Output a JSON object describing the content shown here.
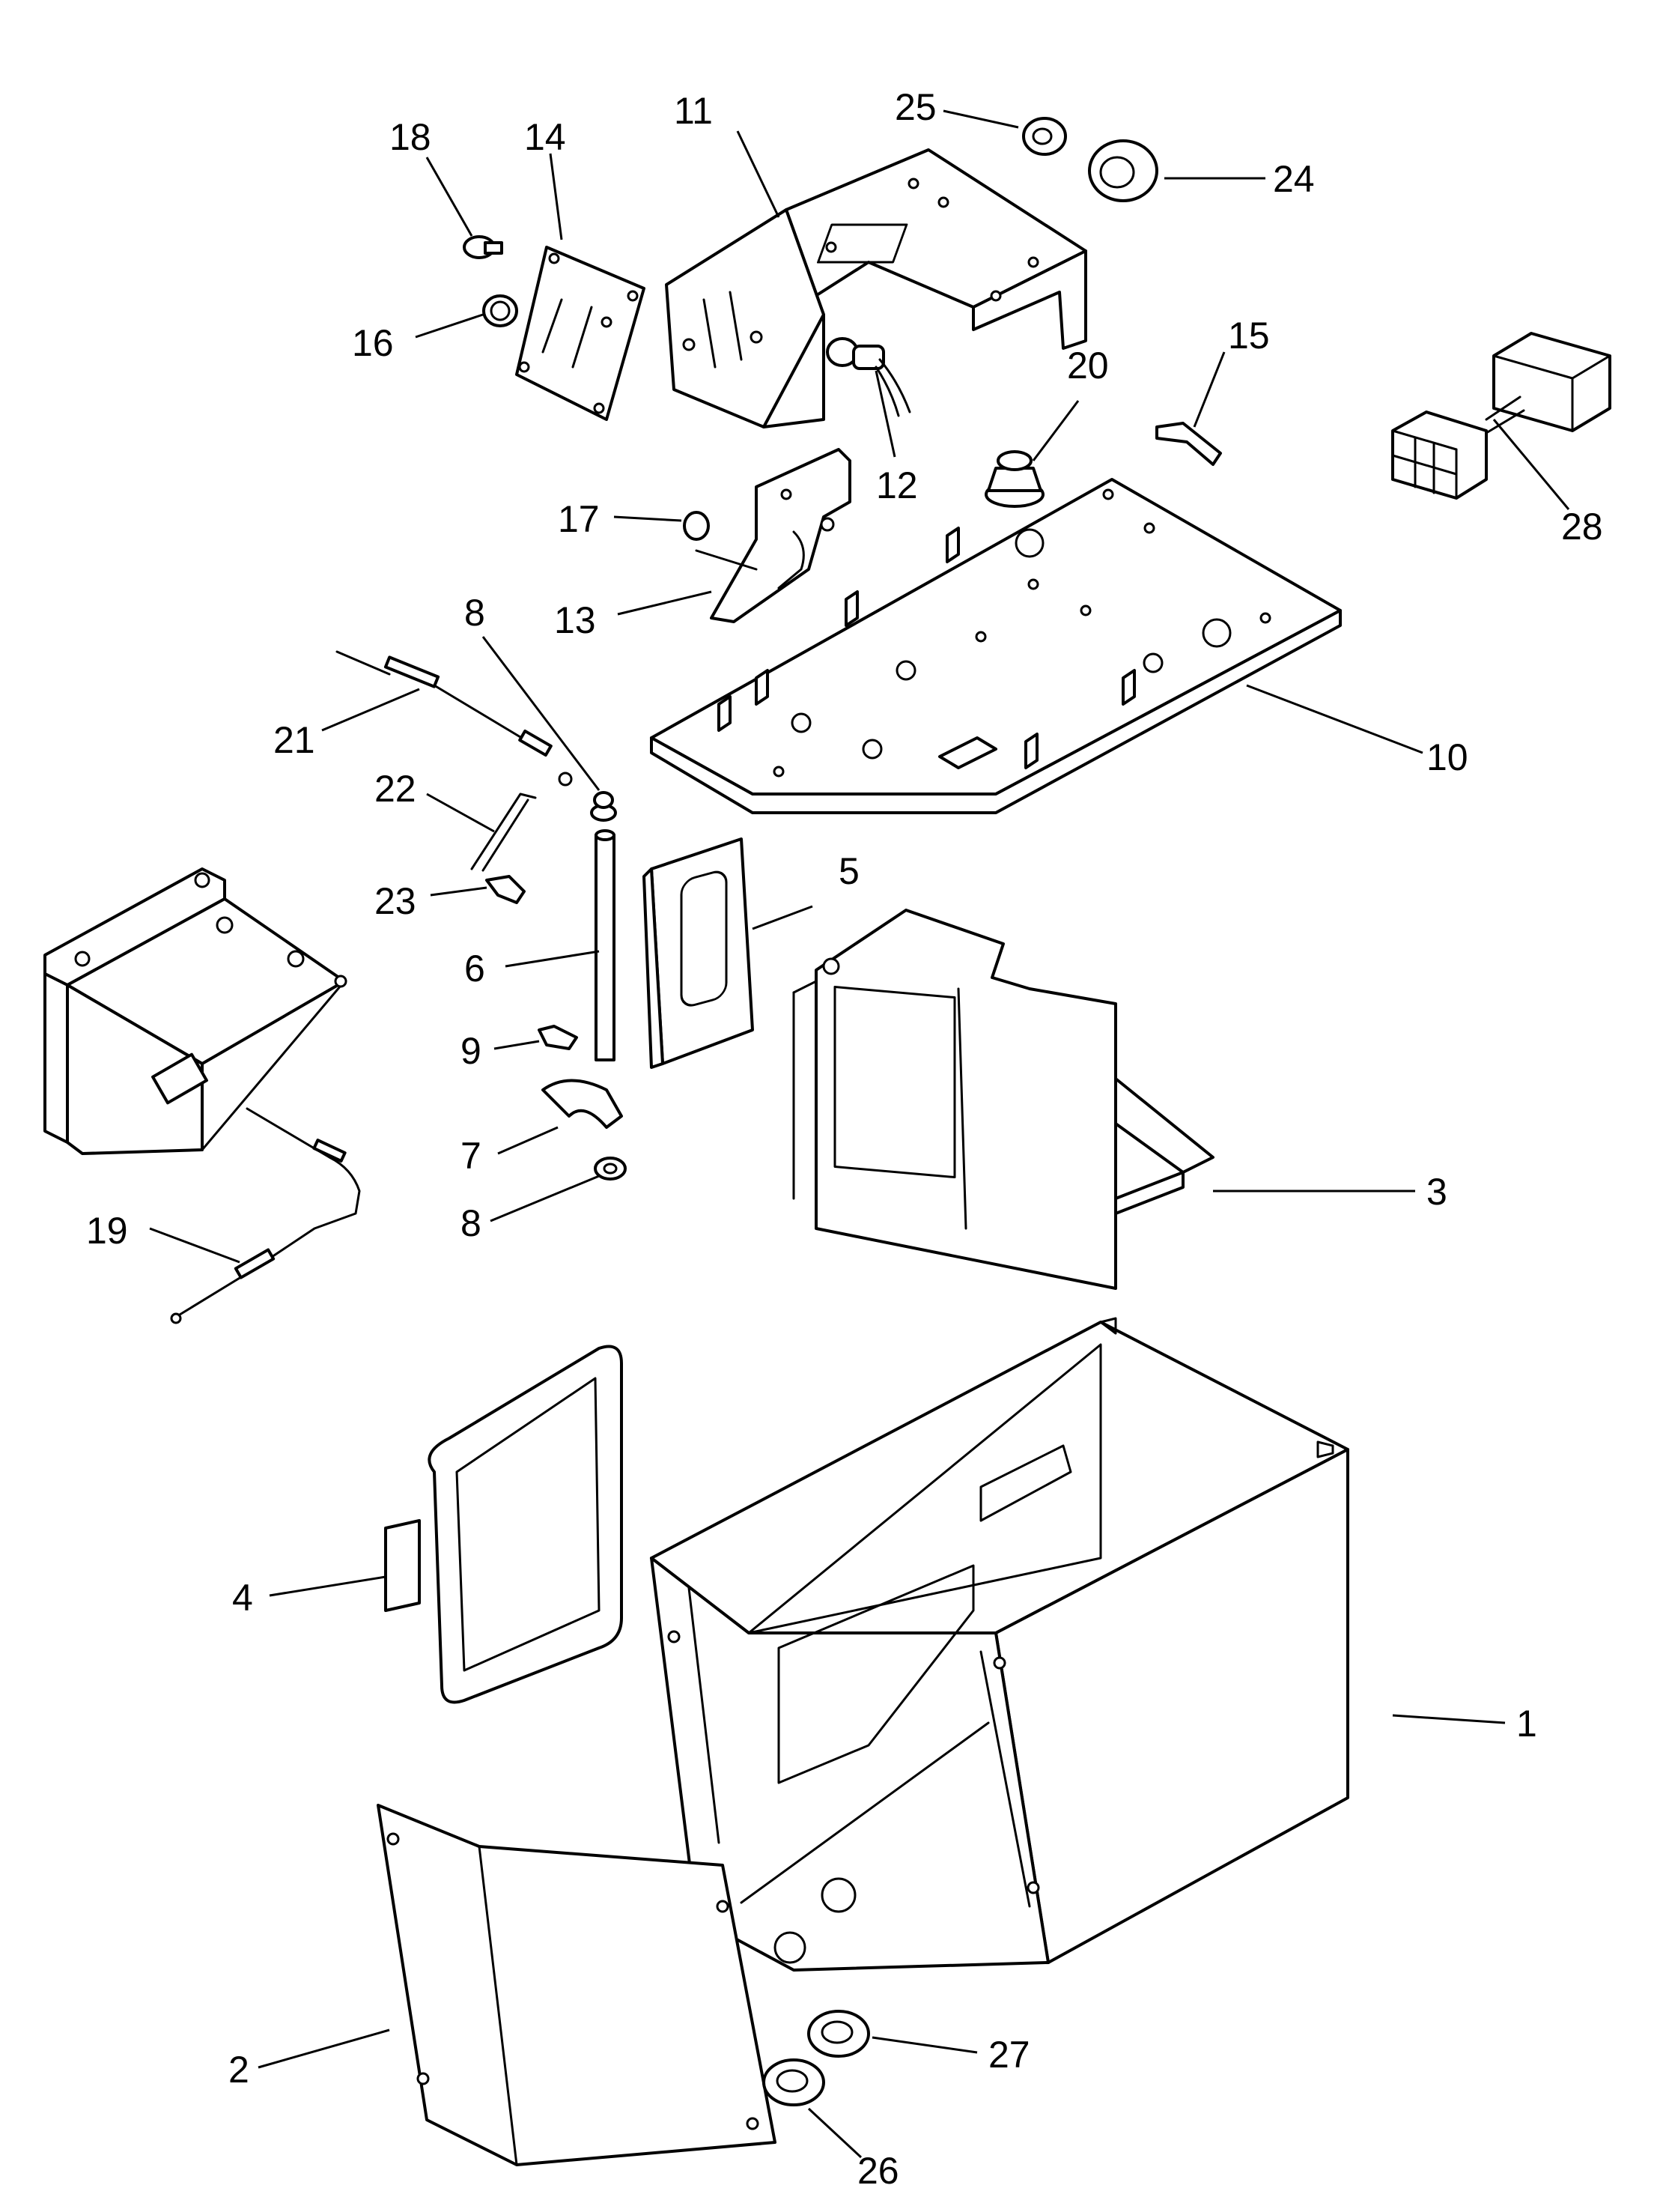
{
  "callouts": [
    {
      "id": "1",
      "label": "1"
    },
    {
      "id": "2",
      "label": "2"
    },
    {
      "id": "3",
      "label": "3"
    },
    {
      "id": "4",
      "label": "4"
    },
    {
      "id": "5",
      "label": "5"
    },
    {
      "id": "6",
      "label": "6"
    },
    {
      "id": "7",
      "label": "7"
    },
    {
      "id": "8a",
      "label": "8"
    },
    {
      "id": "8b",
      "label": "8"
    },
    {
      "id": "9",
      "label": "9"
    },
    {
      "id": "10",
      "label": "10"
    },
    {
      "id": "11",
      "label": "11"
    },
    {
      "id": "12",
      "label": "12"
    },
    {
      "id": "13",
      "label": "13"
    },
    {
      "id": "14",
      "label": "14"
    },
    {
      "id": "15",
      "label": "15"
    },
    {
      "id": "16",
      "label": "16"
    },
    {
      "id": "17",
      "label": "17"
    },
    {
      "id": "18",
      "label": "18"
    },
    {
      "id": "19",
      "label": "19"
    },
    {
      "id": "20",
      "label": "20"
    },
    {
      "id": "21",
      "label": "21"
    },
    {
      "id": "22",
      "label": "22"
    },
    {
      "id": "23",
      "label": "23"
    },
    {
      "id": "24",
      "label": "24"
    },
    {
      "id": "25",
      "label": "25"
    },
    {
      "id": "26",
      "label": "26"
    },
    {
      "id": "27",
      "label": "27"
    },
    {
      "id": "28",
      "label": "28"
    }
  ]
}
